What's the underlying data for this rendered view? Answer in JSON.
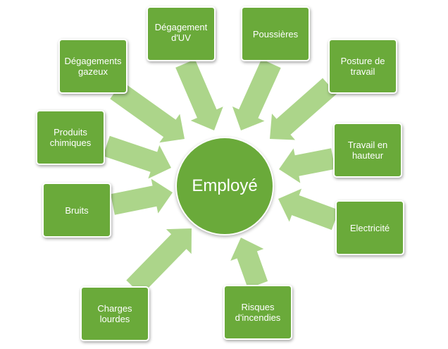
{
  "colors": {
    "box_fill": "#6aaa3a",
    "arrow_fill": "#acd58a",
    "text": "#ffffff"
  },
  "center": {
    "label": "Employé"
  },
  "factors": [
    {
      "id": "degagements-gazeux",
      "label": "Dégagements\ngazeux"
    },
    {
      "id": "degagement-uv",
      "label": "Dégagement\nd'UV"
    },
    {
      "id": "poussieres",
      "label": "Poussières"
    },
    {
      "id": "posture-de-travail",
      "label": "Posture de\ntravail"
    },
    {
      "id": "produits-chimiques",
      "label": "Produits\nchimiques"
    },
    {
      "id": "travail-en-hauteur",
      "label": "Travail en\nhauteur"
    },
    {
      "id": "bruits",
      "label": "Bruits"
    },
    {
      "id": "electricite",
      "label": "Electricité"
    },
    {
      "id": "charges-lourdes",
      "label": "Charges\nlourdes"
    },
    {
      "id": "risques-incendies",
      "label": "Risques\nd'incendies"
    }
  ]
}
